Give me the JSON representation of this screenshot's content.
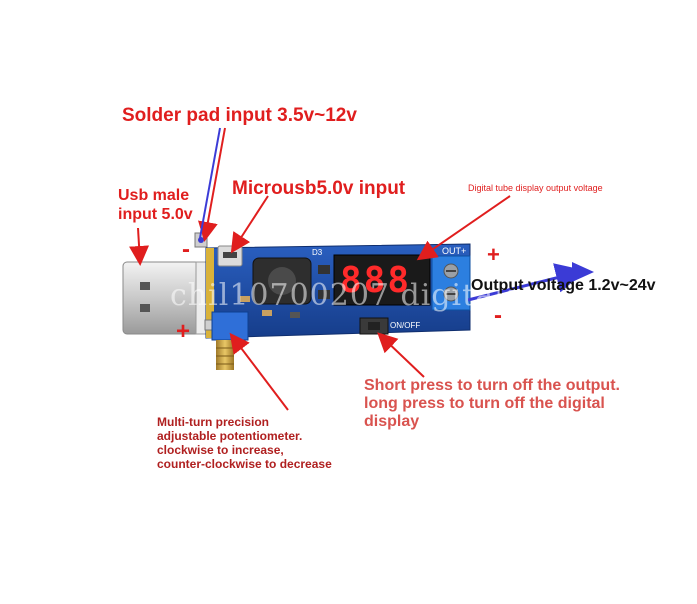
{
  "labels": {
    "solder_pad": "Solder pad input 3.5v~12v",
    "usb_male_line1": "Usb male",
    "usb_male_line2": "input 5.0v",
    "microusb": "Microusb5.0v input",
    "digital_tube": "Digital tube display output voltage",
    "output_voltage": "Output voltage 1.2v~24v",
    "short_press_line1": "Short press to turn off the output.",
    "short_press_line2": "long press to turn off the digital",
    "short_press_line3": "display",
    "pot_line1": "Multi-turn precision",
    "pot_line2": "adjustable potentiometer.",
    "pot_line3": "clockwise to increase,",
    "pot_line4": "counter-clockwise to decrease"
  },
  "symbols": {
    "minus_left": "-",
    "plus_left": "+",
    "plus_right": "+",
    "minus_right": "-"
  },
  "board": {
    "display_digits": "888",
    "out_plus_silk": "OUT+",
    "on_off_silk": "ON/OFF",
    "d3_silk": "D3"
  },
  "watermark": "chil10700207 digitale",
  "colors": {
    "pcb": "#1f4fa8",
    "annotation_red": "#e01e1e",
    "annotation_pink": "#d9534f",
    "arrow_blue": "#3b3bd6"
  }
}
